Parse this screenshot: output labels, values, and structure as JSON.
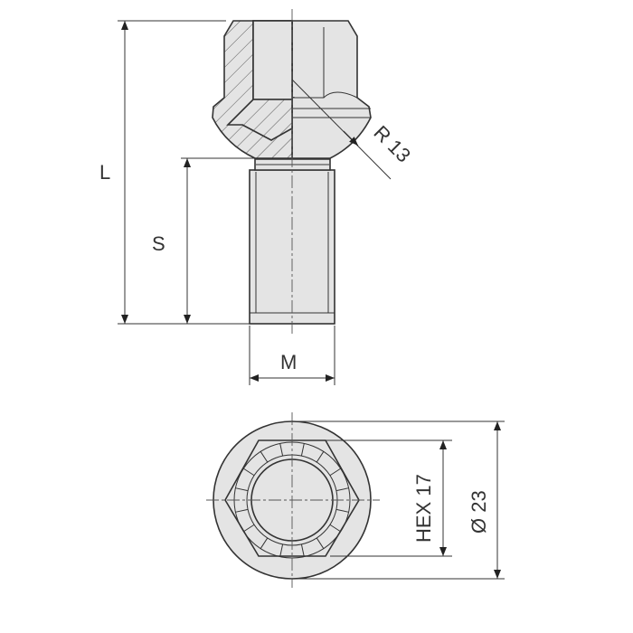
{
  "drawing": {
    "title": "Wheel bolt with spherical seat",
    "labels": {
      "length": "L",
      "shank_length": "S",
      "thread": "M",
      "radius": "R 13",
      "hex": "HEX 17",
      "diameter": "Ø 23"
    },
    "colors": {
      "fill": "#e4e4e4",
      "line": "#333333"
    }
  }
}
